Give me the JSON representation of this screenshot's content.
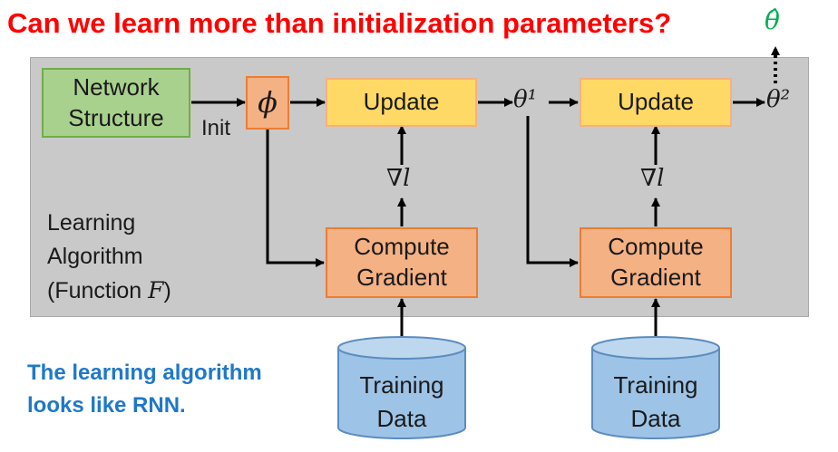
{
  "title": "Can we learn more than initialization parameters?",
  "theta_hat": "θ̂",
  "network_structure": [
    "Network",
    "Structure"
  ],
  "init_label": "Init",
  "phi": "ϕ",
  "update_label": "Update",
  "grad_label": "∇l",
  "compute_gradient": [
    "Compute",
    "Gradient"
  ],
  "theta1": "θ¹",
  "theta2": "θ²",
  "learning_algorithm": [
    "Learning",
    "Algorithm",
    "(Function F)"
  ],
  "training_data": [
    "Training",
    "Data"
  ],
  "note": [
    "The learning algorithm",
    "looks like RNN."
  ],
  "colors": {
    "title": "#ff0000",
    "note": "#1f78c8",
    "theta_hat": "#00b050"
  }
}
